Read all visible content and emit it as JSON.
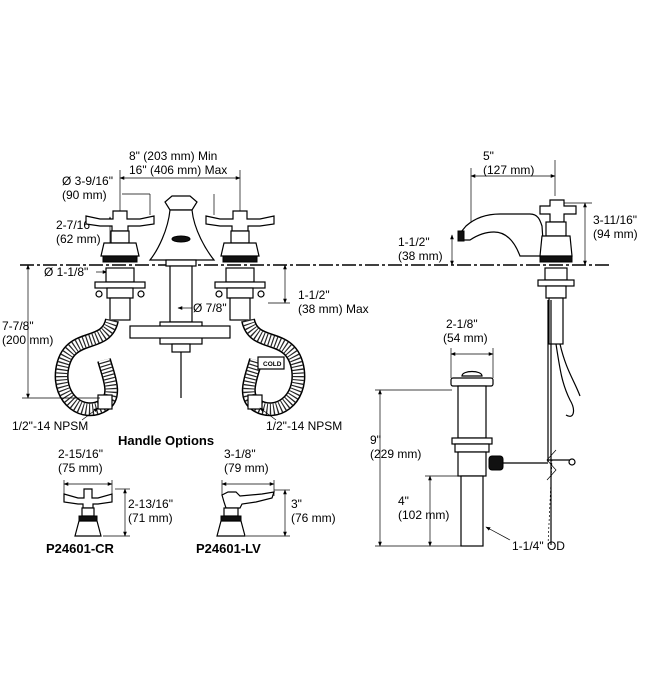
{
  "spread": {
    "min": "8\" (203 mm) Min",
    "max": "16\" (406 mm) Max"
  },
  "spout_diameter": {
    "line1": "Ø 3-9/16\"",
    "line2": "(90 mm)"
  },
  "handle_height": {
    "line1": "2-7/16\"",
    "line2": "(62 mm)"
  },
  "shank_diameter": "Ø 1-1/8\"",
  "supply_diameter": "Ø 7/8\"",
  "deck_thickness": {
    "line1": "1-1/2\"",
    "line2": "(38 mm) Max"
  },
  "overall_depth": {
    "line1": "7-7/8\"",
    "line2": "(200 mm)"
  },
  "connection_left": "1/2\"-14 NPSM",
  "connection_right": "1/2\"-14 NPSM",
  "cold_tag": "COLD",
  "side_view": {
    "reach": {
      "line1": "5\"",
      "line2": "(127 mm)"
    },
    "handle_above_deck": {
      "line1": "3-11/16\"",
      "line2": "(94 mm)"
    },
    "spout_clearance": {
      "line1": "1-1/2\"",
      "line2": "(38 mm)"
    }
  },
  "drain": {
    "width": {
      "line1": "2-1/8\"",
      "line2": "(54 mm)"
    },
    "overall": {
      "line1": "9\"",
      "line2": "(229 mm)"
    },
    "tail": {
      "line1": "4\"",
      "line2": "(102 mm)"
    },
    "od": "1-1/4\" OD"
  },
  "handle_options": {
    "title": "Handle Options",
    "cross": {
      "width_line1": "2-15/16\"",
      "width_line2": "(75 mm)",
      "height_line1": "2-13/16\"",
      "height_line2": "(71 mm)",
      "model": "P24601-CR"
    },
    "lever": {
      "width_line1": "3-1/8\"",
      "width_line2": "(79 mm)",
      "height_line1": "3\"",
      "height_line2": "(76 mm)",
      "model": "P24601-LV"
    }
  }
}
